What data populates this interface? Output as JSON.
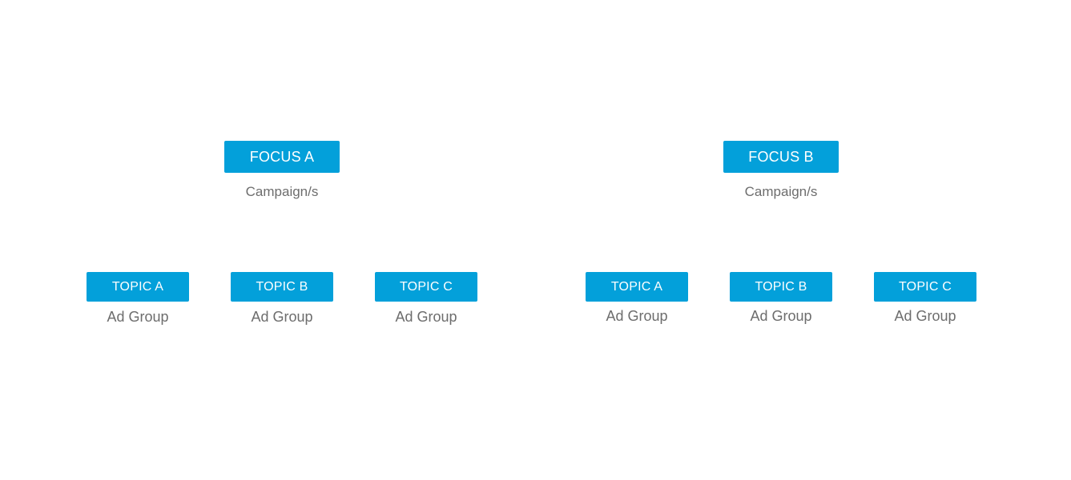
{
  "groups": [
    {
      "focus": {
        "label": "FOCUS A",
        "caption": "Campaign/s"
      },
      "topics": [
        {
          "label": "TOPIC A",
          "caption": "Ad Group"
        },
        {
          "label": "TOPIC B",
          "caption": "Ad Group"
        },
        {
          "label": "TOPIC C",
          "caption": "Ad Group"
        }
      ]
    },
    {
      "focus": {
        "label": "FOCUS B",
        "caption": "Campaign/s"
      },
      "topics": [
        {
          "label": "TOPIC A",
          "caption": "Ad Group"
        },
        {
          "label": "TOPIC B",
          "caption": "Ad Group"
        },
        {
          "label": "TOPIC C",
          "caption": "Ad Group"
        }
      ]
    }
  ],
  "colors": {
    "box_fill": "#03a0da",
    "box_text": "#ffffff",
    "caption_text": "#6d6d6d"
  }
}
